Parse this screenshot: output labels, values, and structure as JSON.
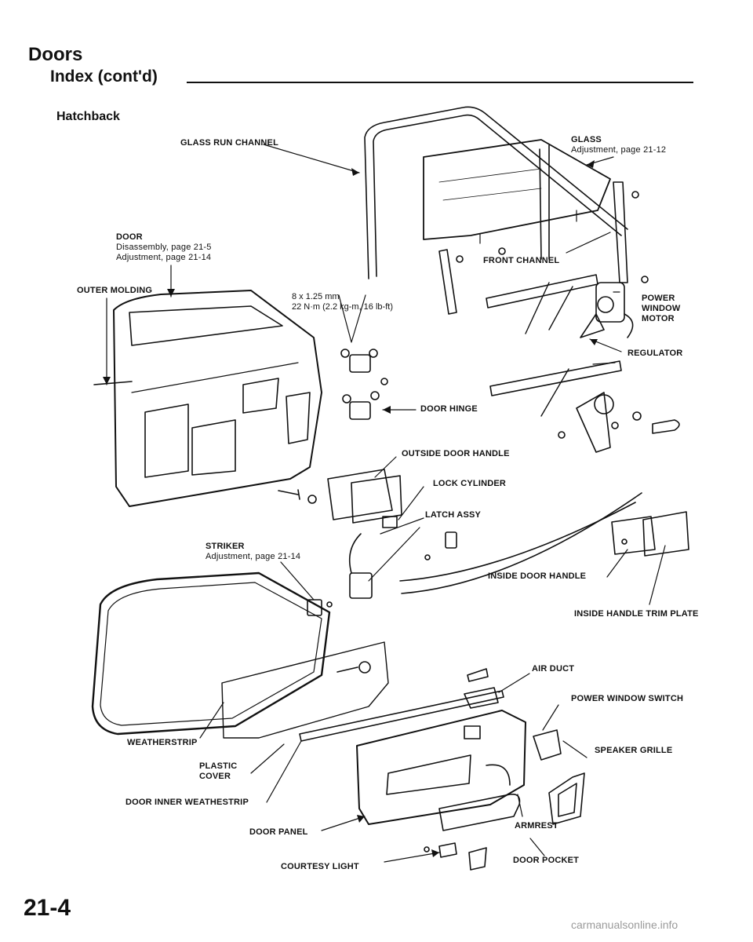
{
  "header": {
    "section": "Doors",
    "subtitle": "Index (cont'd)",
    "variant": "Hatchback"
  },
  "page_number": "21-4",
  "watermark": "carmanualsonline.info",
  "torque_spec": {
    "size": "8 x 1.25 mm",
    "value": "22 N·m (2.2 kg-m, 16 lb-ft)"
  },
  "labels": {
    "glass_run_channel": "GLASS RUN CHANNEL",
    "glass": "GLASS",
    "glass_ref": "Adjustment, page 21-12",
    "door": "DOOR",
    "door_ref1": "Disassembly, page 21-5",
    "door_ref2": "Adjustment, page 21-14",
    "front_channel": "FRONT CHANNEL",
    "outer_molding": "OUTER MOLDING",
    "power_window_motor_1": "POWER",
    "power_window_motor_2": "WINDOW",
    "power_window_motor_3": "MOTOR",
    "regulator": "REGULATOR",
    "door_hinge": "DOOR HINGE",
    "outside_door_handle": "OUTSIDE DOOR HANDLE",
    "lock_cylinder": "LOCK CYLINDER",
    "latch_assy": "LATCH ASSY",
    "striker": "STRIKER",
    "striker_ref": "Adjustment, page 21-14",
    "inside_door_handle": "INSIDE DOOR HANDLE",
    "inside_handle_trim_plate": "INSIDE HANDLE TRIM PLATE",
    "air_duct": "AIR DUCT",
    "power_window_switch": "POWER WINDOW SWITCH",
    "weatherstrip": "WEATHERSTRIP",
    "speaker_grille": "SPEAKER GRILLE",
    "plastic_cover_1": "PLASTIC",
    "plastic_cover_2": "COVER",
    "door_inner_weatherstrip": "DOOR INNER WEATHESTRIP",
    "door_panel": "DOOR PANEL",
    "armrest": "ARMREST",
    "courtesy_light": "COURTESY LIGHT",
    "door_pocket": "DOOR POCKET"
  }
}
